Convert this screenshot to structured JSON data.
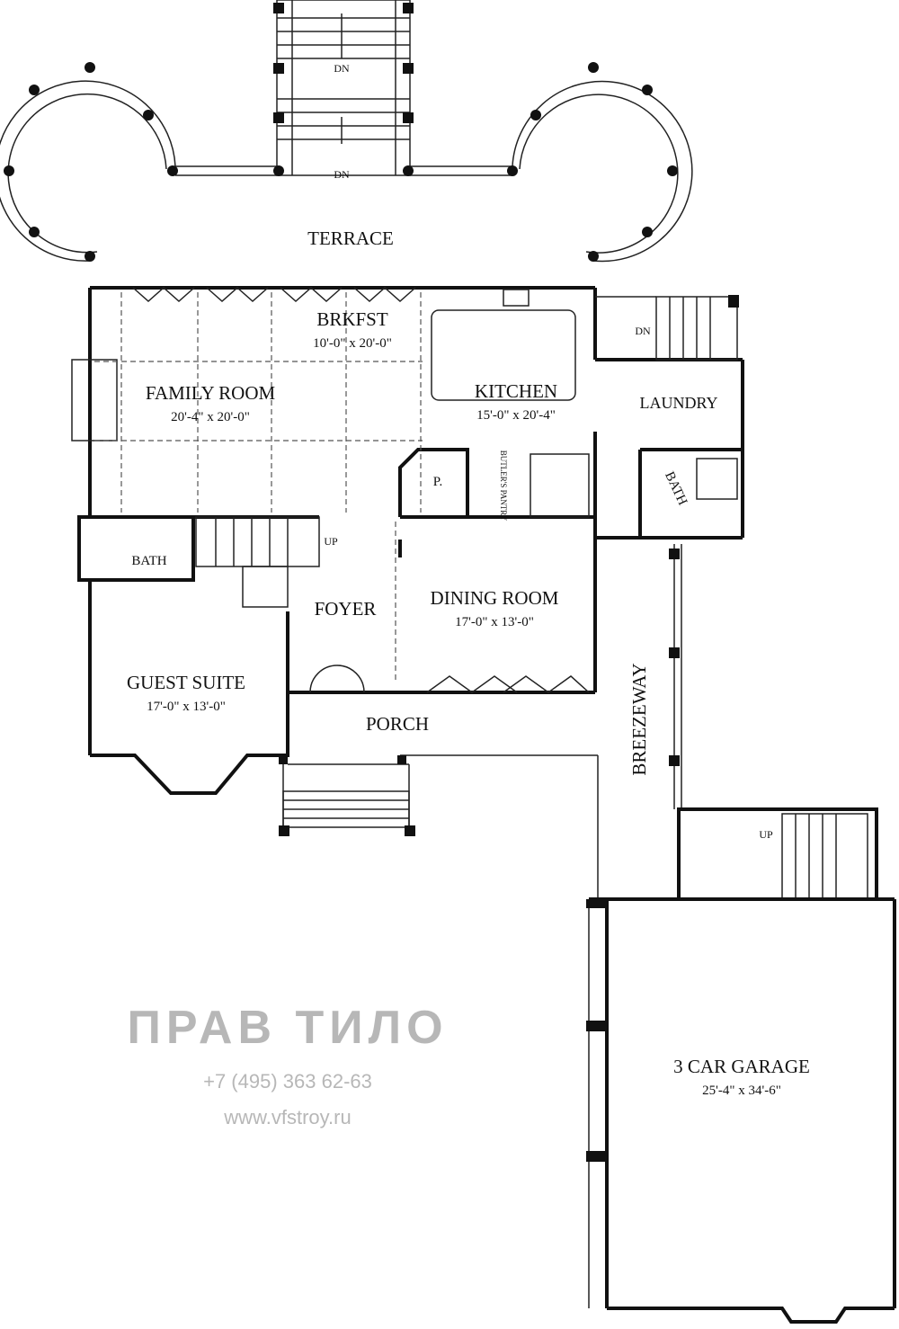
{
  "plan": {
    "terrace": {
      "label": "TERRACE",
      "stairs": [
        "DN",
        "DN"
      ]
    },
    "breakfast": {
      "label": "BRKFST",
      "dims": "10'-0\" x 20'-0\""
    },
    "family_room": {
      "label": "FAMILY ROOM",
      "dims": "20'-4\" x 20'-0\""
    },
    "kitchen": {
      "label": "KITCHEN",
      "dims": "15'-0\" x 20'-4\""
    },
    "laundry": {
      "label": "LAUNDRY",
      "stair": "DN"
    },
    "laundry_bath": {
      "label": "BATH"
    },
    "pantry": {
      "label": "P."
    },
    "butlers_pantry": {
      "label": "BUTLER'S PANTRY"
    },
    "bath": {
      "label": "BATH"
    },
    "stair_up": "UP",
    "foyer": {
      "label": "FOYER"
    },
    "dining_room": {
      "label": "DINING ROOM",
      "dims": "17'-0\" x 13'-0\""
    },
    "guest_suite": {
      "label": "GUEST SUITE",
      "dims": "17'-0\" x 13'-0\""
    },
    "porch": {
      "label": "PORCH"
    },
    "breezeway": {
      "label": "BREEZEWAY"
    },
    "garage_stair": "UP",
    "garage": {
      "label": "3 CAR GARAGE",
      "dims": "25'-4\" x 34'-6\""
    }
  },
  "watermark": {
    "logo": "ПРАВ ТИЛО",
    "phone": "+7 (495) 363 62-63",
    "url": "www.vfstroy.ru"
  }
}
